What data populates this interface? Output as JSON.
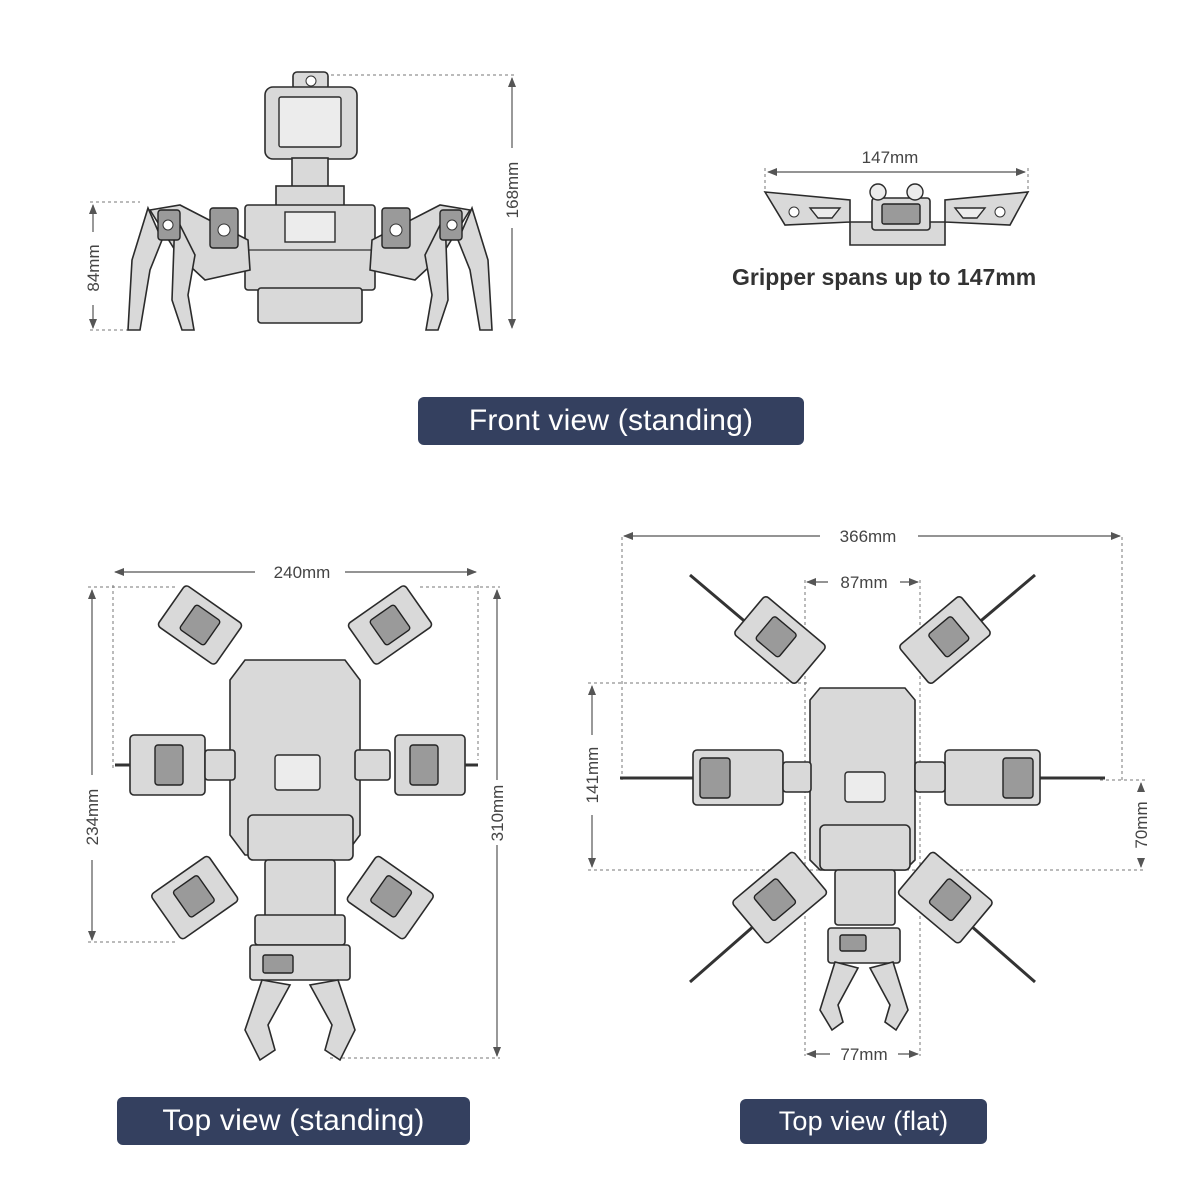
{
  "front_view": {
    "height_label": "168mm",
    "body_height_label": "84mm",
    "title": "Front view (standing)"
  },
  "gripper": {
    "span_label": "147mm",
    "caption": "Gripper spans up to 147mm"
  },
  "top_standing": {
    "width_label": "240mm",
    "leg_span_label": "234mm",
    "length_label": "310mm",
    "title": "Top view (standing)"
  },
  "top_flat": {
    "width_label": "366mm",
    "body_width_label": "87mm",
    "body_length_label": "141mm",
    "height_label": "70mm",
    "gripper_width_label": "77mm",
    "title": "Top view (flat)"
  },
  "colors": {
    "label_bg": "#34405f",
    "label_text": "#ffffff",
    "line_art": "#2b2b2b"
  }
}
